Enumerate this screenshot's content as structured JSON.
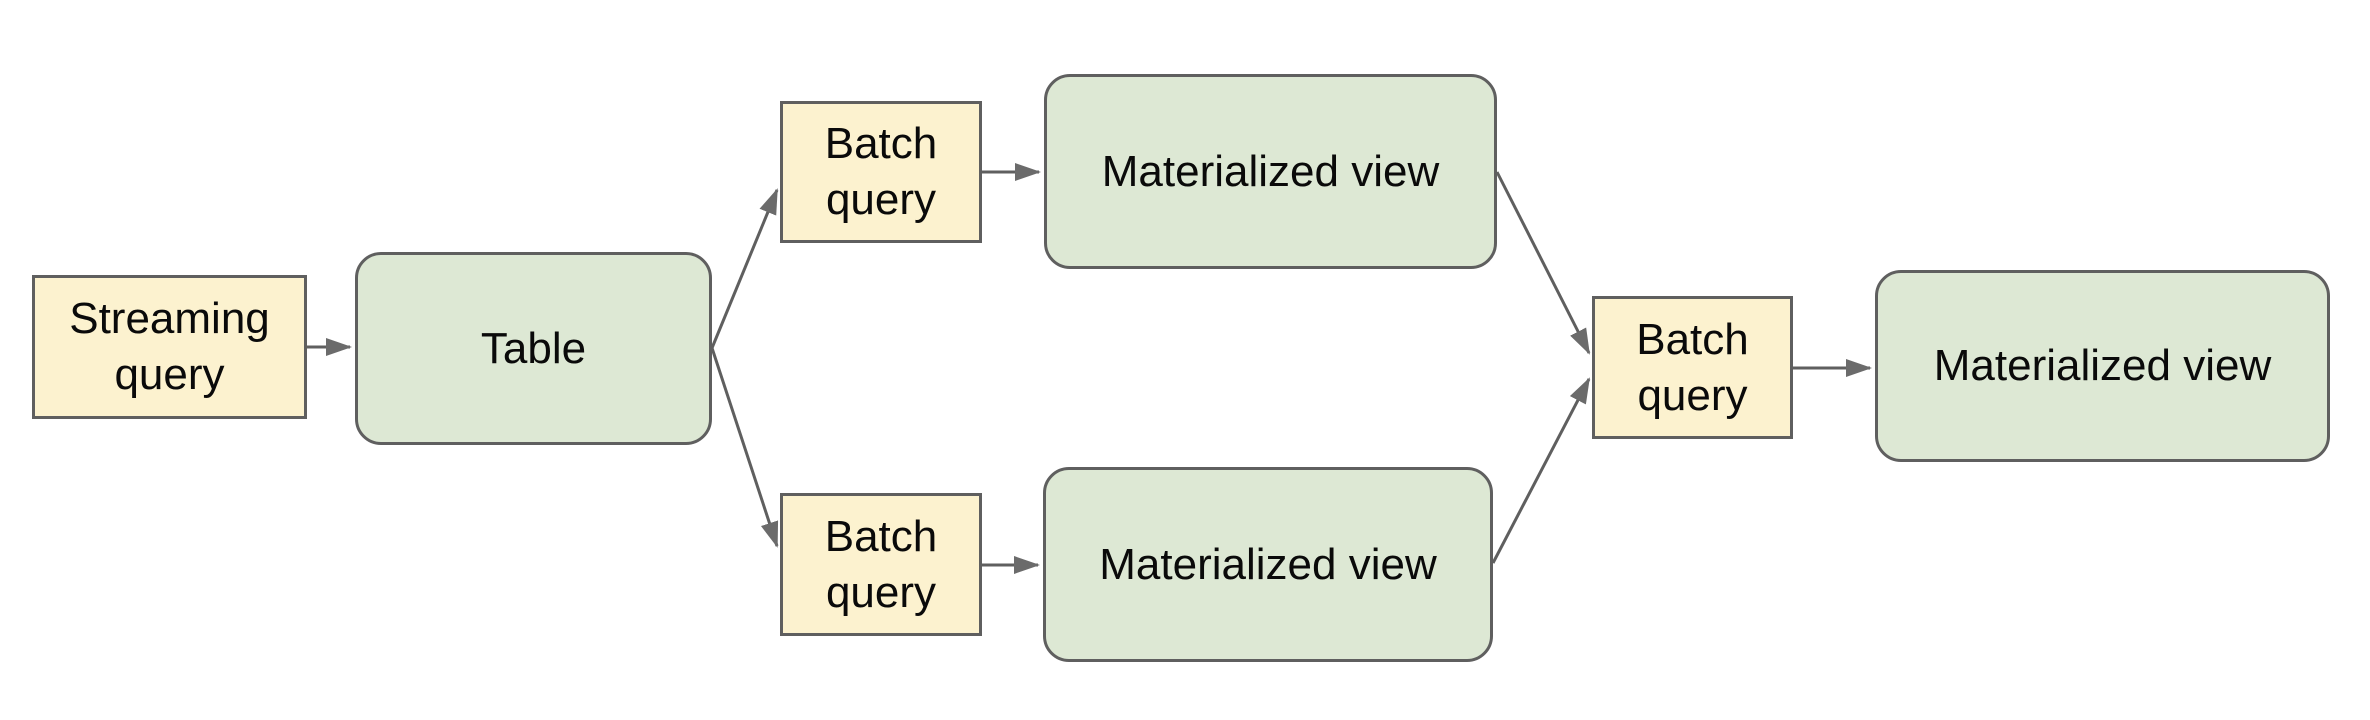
{
  "diagram": {
    "title": "",
    "colors": {
      "background": "#ffffff",
      "query_node_fill": "#fcf2cf",
      "table_node_fill": "#dde8d4",
      "node_border": "#5f5f5f",
      "connector": "#5f5f5f",
      "arrowhead": "#6b6b6b",
      "text": "#0a0a0a"
    },
    "nodes": [
      {
        "id": "streaming-query",
        "label": "Streaming query",
        "kind": "query"
      },
      {
        "id": "table",
        "label": "Table",
        "kind": "table"
      },
      {
        "id": "batch-query-top",
        "label": "Batch query",
        "kind": "query"
      },
      {
        "id": "materialized-view-top",
        "label": "Materialized view",
        "kind": "materialized-view"
      },
      {
        "id": "batch-query-bottom",
        "label": "Batch query",
        "kind": "query"
      },
      {
        "id": "materialized-view-bottom",
        "label": "Materialized view",
        "kind": "materialized-view"
      },
      {
        "id": "batch-query-merge",
        "label": "Batch query",
        "kind": "query"
      },
      {
        "id": "materialized-view-final",
        "label": "Materialized view",
        "kind": "materialized-view"
      }
    ],
    "edges": [
      {
        "from": "streaming-query",
        "to": "table"
      },
      {
        "from": "table",
        "to": "batch-query-top"
      },
      {
        "from": "batch-query-top",
        "to": "materialized-view-top"
      },
      {
        "from": "materialized-view-top",
        "to": "batch-query-merge"
      },
      {
        "from": "table",
        "to": "batch-query-bottom"
      },
      {
        "from": "batch-query-bottom",
        "to": "materialized-view-bottom"
      },
      {
        "from": "materialized-view-bottom",
        "to": "batch-query-merge"
      },
      {
        "from": "batch-query-merge",
        "to": "materialized-view-final"
      }
    ]
  }
}
